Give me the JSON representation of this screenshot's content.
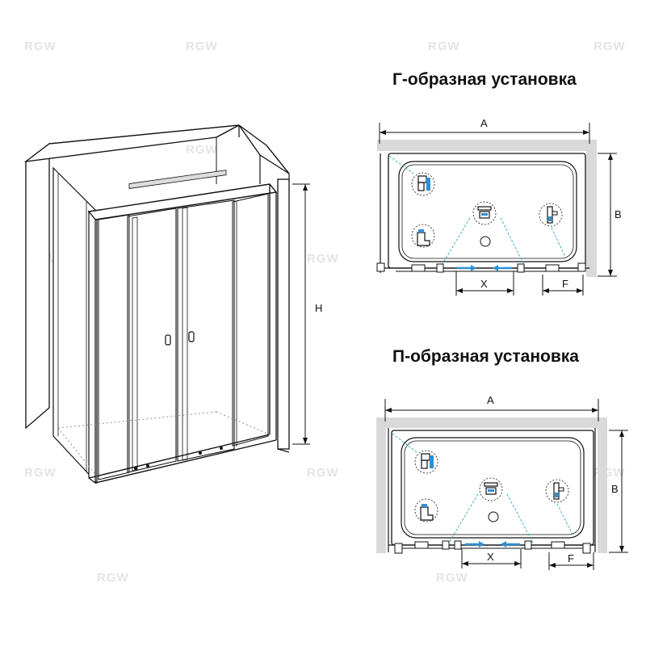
{
  "watermark": "RGW",
  "perspective": {
    "height_label": "H"
  },
  "plan_top": {
    "title": "Г-образная установка",
    "width_label": "A",
    "depth_label": "B",
    "opening_label": "X",
    "fixed_label": "F"
  },
  "plan_bottom": {
    "title": "П-образная установка",
    "width_label": "A",
    "depth_label": "B",
    "opening_label": "X",
    "fixed_label": "F"
  },
  "colors": {
    "line": "#111111",
    "wall": "#d9d9d9",
    "tray_guide": "#16a3b0",
    "arrow": "#2e8fd8",
    "watermark": "#e4e4e4"
  },
  "icons": [
    "toilet-icon",
    "tap-icon",
    "shower-head-icon",
    "shower-panel-icon"
  ]
}
